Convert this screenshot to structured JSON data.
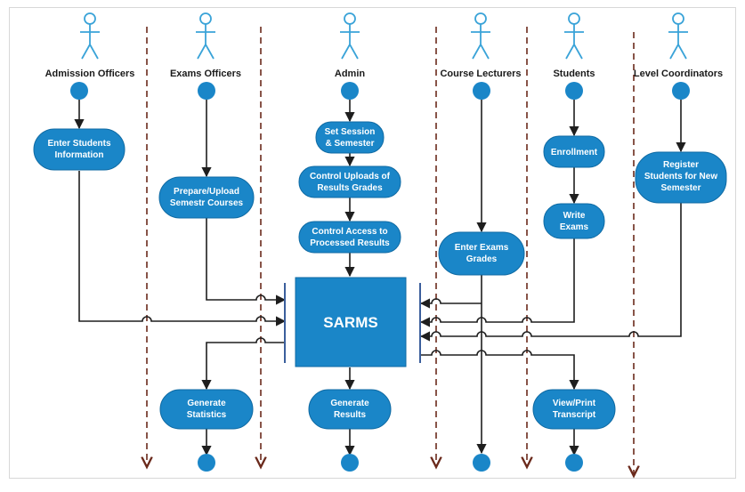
{
  "colors": {
    "node_fill": "#1a86c8",
    "node_stroke": "#0f6aa3",
    "lane_line": "#6b2a1c",
    "flow_line": "#1e1e1e",
    "actor": "#3aa3d8",
    "bar": "#3b5f9c"
  },
  "lanes": [
    {
      "id": "admission",
      "label": "Admission Officers"
    },
    {
      "id": "exams",
      "label": "Exams Officers"
    },
    {
      "id": "admin",
      "label": "Admin"
    },
    {
      "id": "lecturers",
      "label": "Course Lecturers"
    },
    {
      "id": "students",
      "label": "Students"
    },
    {
      "id": "coordinators",
      "label": "Level Coordinators"
    }
  ],
  "activities": {
    "enter_students_info": {
      "lines": [
        "Enter Students",
        "Information"
      ]
    },
    "prepare_upload": {
      "lines": [
        "Prepare/Upload",
        "Semestr Courses"
      ]
    },
    "set_session": {
      "lines": [
        "Set Session",
        "& Semester"
      ]
    },
    "control_uploads": {
      "lines": [
        "Control Uploads of",
        "Results Grades"
      ]
    },
    "control_access": {
      "lines": [
        "Control Access to",
        "Processed Results"
      ]
    },
    "enter_grades": {
      "lines": [
        "Enter Exams",
        "Grades"
      ]
    },
    "enrollment": {
      "lines": [
        "Enrollment"
      ]
    },
    "write_exams": {
      "lines": [
        "Write",
        "Exams"
      ]
    },
    "register_students": {
      "lines": [
        "Register",
        "Students for New",
        "Semester"
      ]
    },
    "generate_statistics": {
      "lines": [
        "Generate",
        "Statistics"
      ]
    },
    "generate_results": {
      "lines": [
        "Generate",
        "Results"
      ]
    },
    "view_print": {
      "lines": [
        "View/Print",
        "Transcript"
      ]
    }
  },
  "system": {
    "label": "SARMS"
  }
}
